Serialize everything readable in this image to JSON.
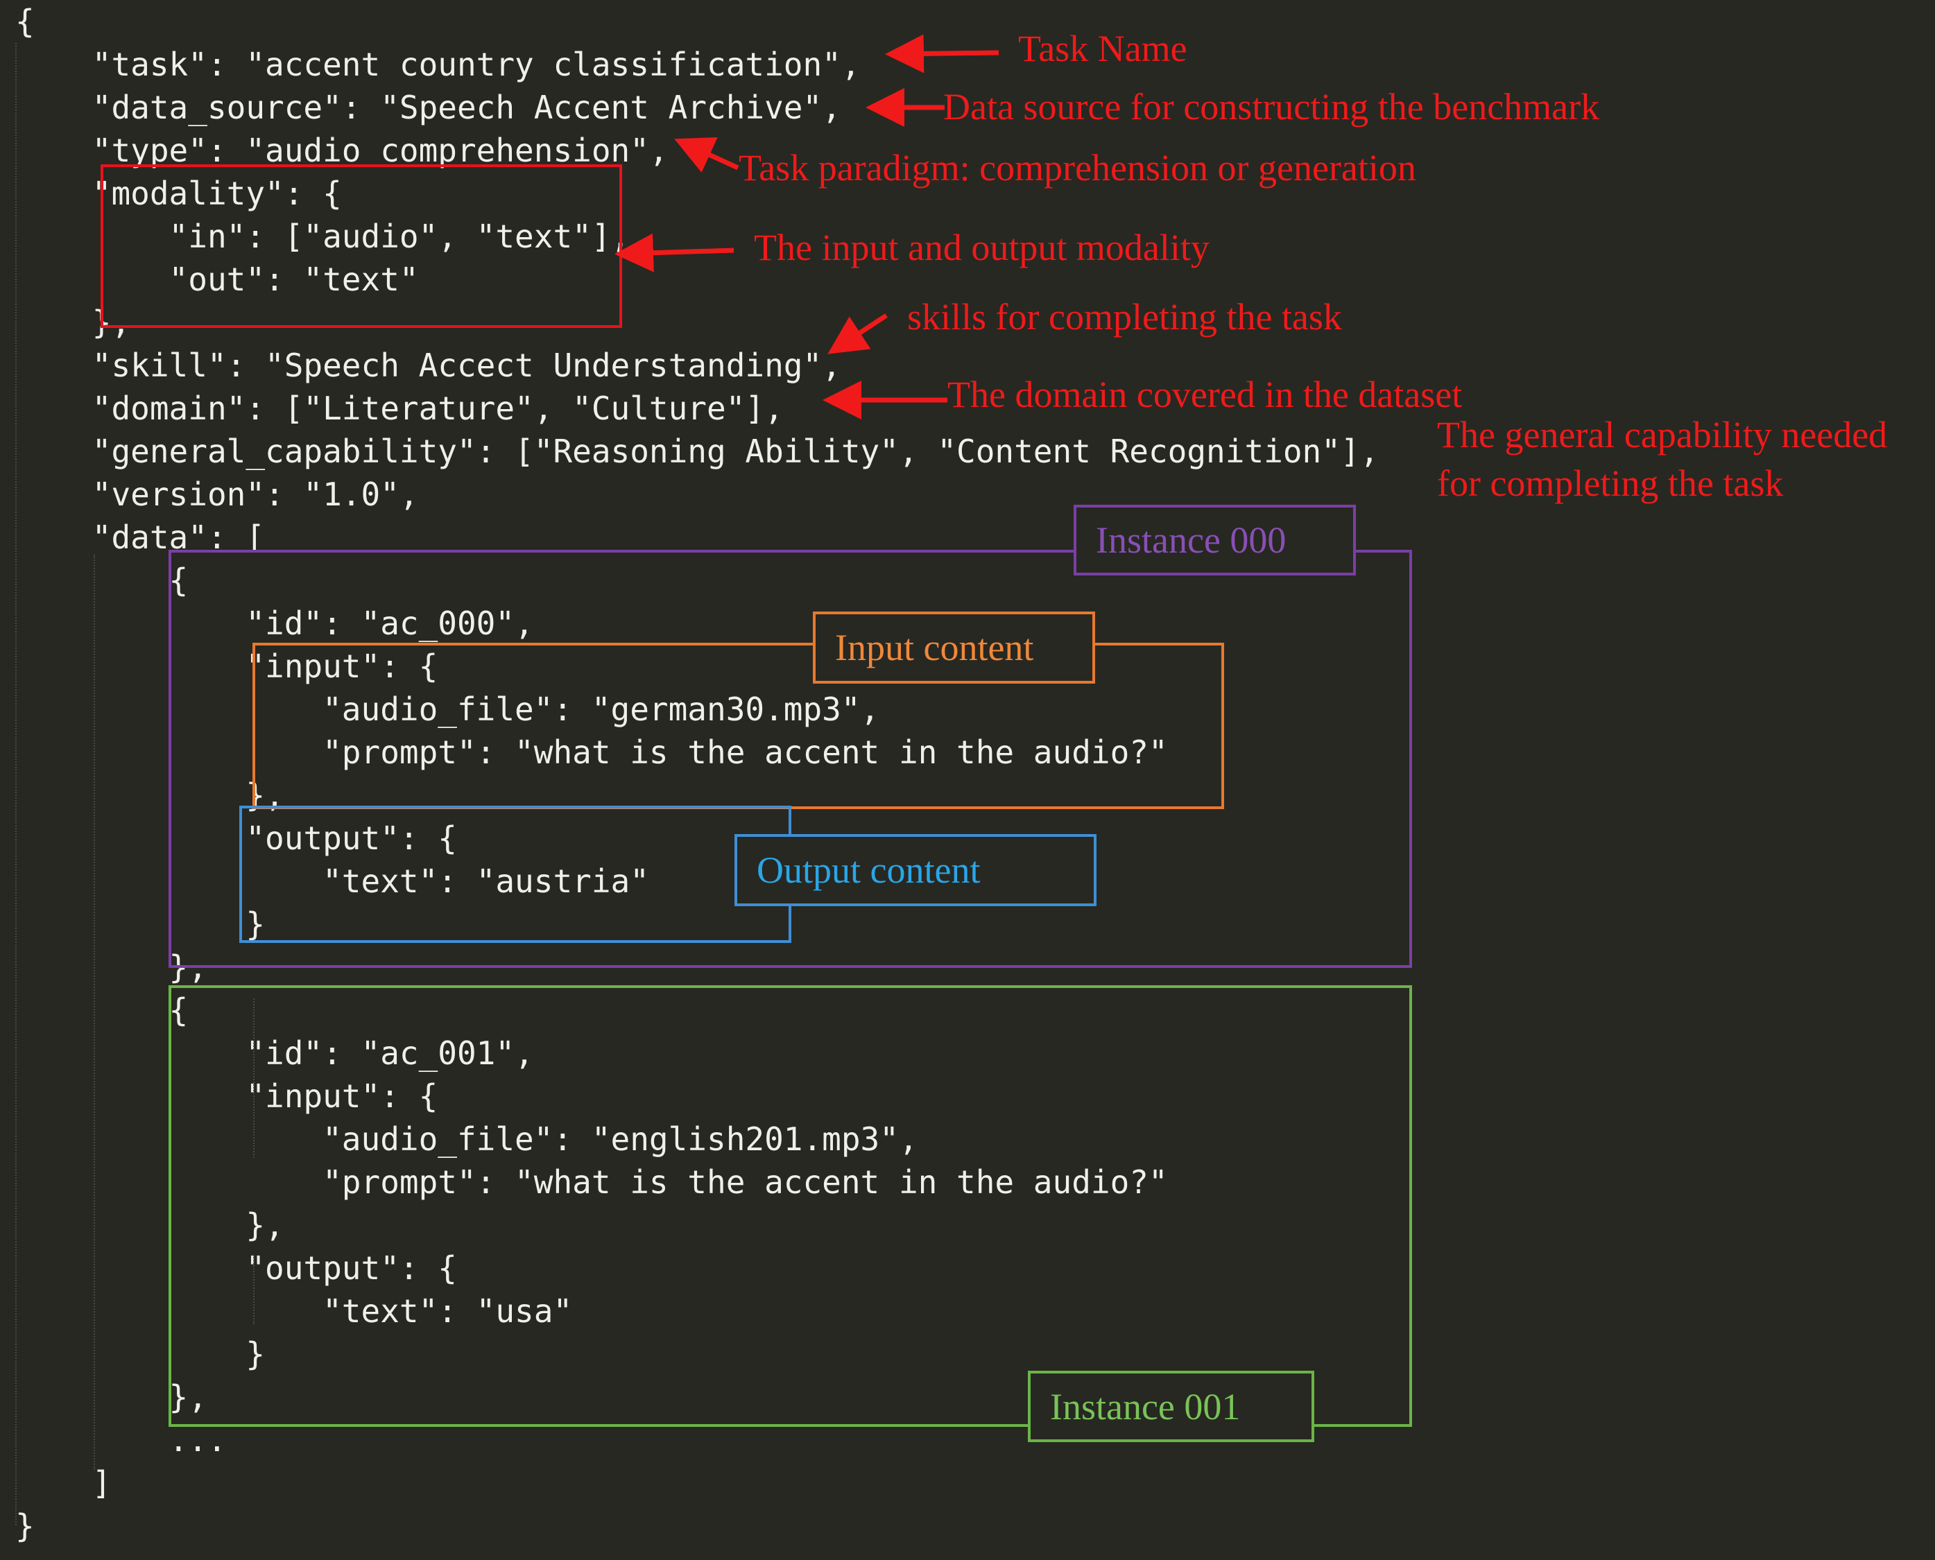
{
  "code_lines": [
    "{",
    "    \"task\": \"accent country classification\",",
    "    \"data_source\": \"Speech Accent Archive\",",
    "    \"type\": \"audio comprehension\",",
    "    \"modality\": {",
    "        \"in\": [\"audio\", \"text\"],",
    "        \"out\": \"text\"",
    "    },",
    "    \"skill\": \"Speech Accect Understanding\",",
    "    \"domain\": [\"Literature\", \"Culture\"],",
    "    \"general_capability\": [\"Reasoning Ability\", \"Content Recognition\"],",
    "    \"version\": \"1.0\",",
    "    \"data\": [",
    "        {",
    "            \"id\": \"ac_000\",",
    "            \"input\": {",
    "                \"audio_file\": \"german30.mp3\",",
    "                \"prompt\": \"what is the accent in the audio?\"",
    "            },",
    "            \"output\": {",
    "                \"text\": \"austria\"",
    "            }",
    "        },",
    "        {",
    "            \"id\": \"ac_001\",",
    "            \"input\": {",
    "                \"audio_file\": \"english201.mp3\",",
    "                \"prompt\": \"what is the accent in the audio?\"",
    "            },",
    "            \"output\": {",
    "                \"text\": \"usa\"",
    "            }",
    "        },",
    "        ...",
    "    ]",
    "}"
  ],
  "annotations": {
    "task_name": "Task Name",
    "data_source": "Data source for constructing the benchmark",
    "task_paradigm": "Task paradigm: comprehension or generation",
    "modality": "The input and output modality",
    "skills": "skills for completing the task",
    "domain": "The domain covered in the dataset",
    "general_capability_line1": "The general capability needed",
    "general_capability_line2": "for completing the task"
  },
  "labels": {
    "instance_000": "Instance 000",
    "input_content": "Input content",
    "output_content": "Output content",
    "instance_001": "Instance 001"
  },
  "colors": {
    "background": "#272822",
    "code_text": "#f0f0ea",
    "annotation_red": "#f01a1a",
    "instance_000": "#7b3fa6",
    "input_content": "#e8792e",
    "output_content": "#3f8fd6",
    "instance_001": "#6ab547"
  }
}
